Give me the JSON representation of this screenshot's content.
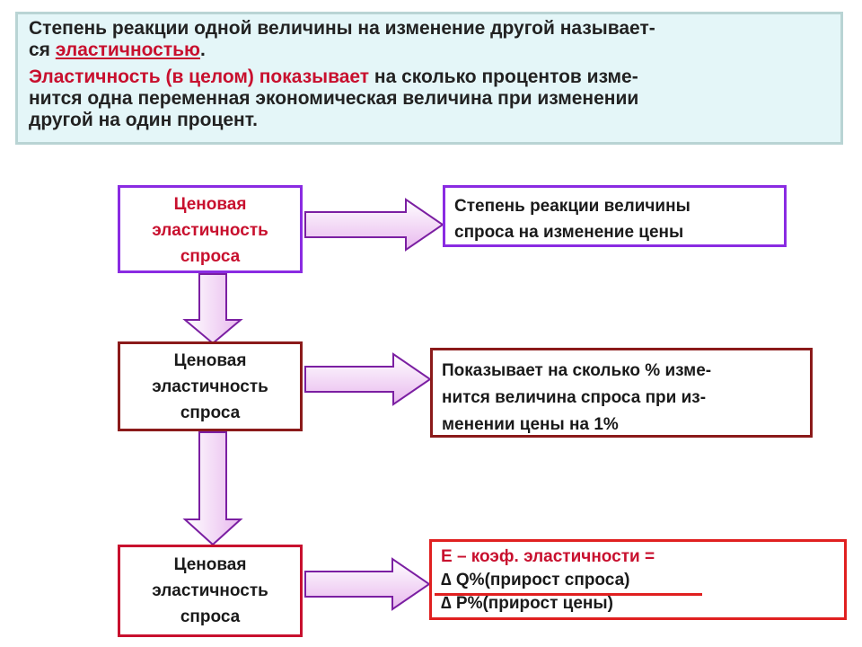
{
  "header": {
    "line1": "Степень реакции одной величины на изменение другой называет-",
    "line2_prefix": "ся ",
    "line2_term": "эластичностью",
    "line2_suffix": ".",
    "def_red": "Эластичность (в целом) показывает",
    "def_line1_rest": " на сколько процентов изме-",
    "def_line2": "нится одна переменная экономическая величина при изменении",
    "def_line3": "другой на один процент."
  },
  "left_boxes": [
    {
      "lines": [
        "Ценовая",
        "эластичность",
        "спроса"
      ]
    },
    {
      "lines": [
        "Ценовая",
        "эластичность",
        "спроса"
      ]
    },
    {
      "lines": [
        "Ценовая",
        "эластичность",
        "спроса"
      ]
    }
  ],
  "right_boxes": {
    "r1": [
      "Степень реакции величины",
      "спроса на изменение цены"
    ],
    "r2": [
      "Показывает на сколько % изме-",
      "нится величина спроса при из-",
      "менении цены на 1%"
    ],
    "r3": {
      "title": "Е – коэф. эластичности =",
      "numerator": "∆ Q%(прирост спроса)",
      "denominator": "∆ Р%(прирост цены)"
    }
  },
  "colors": {
    "header_bg": "#e4f6f8",
    "accent_red": "#c8102e",
    "purple": "#8a2be2",
    "dark_red": "#8b1a1a",
    "arrow_fill": "#f2d6f4"
  }
}
